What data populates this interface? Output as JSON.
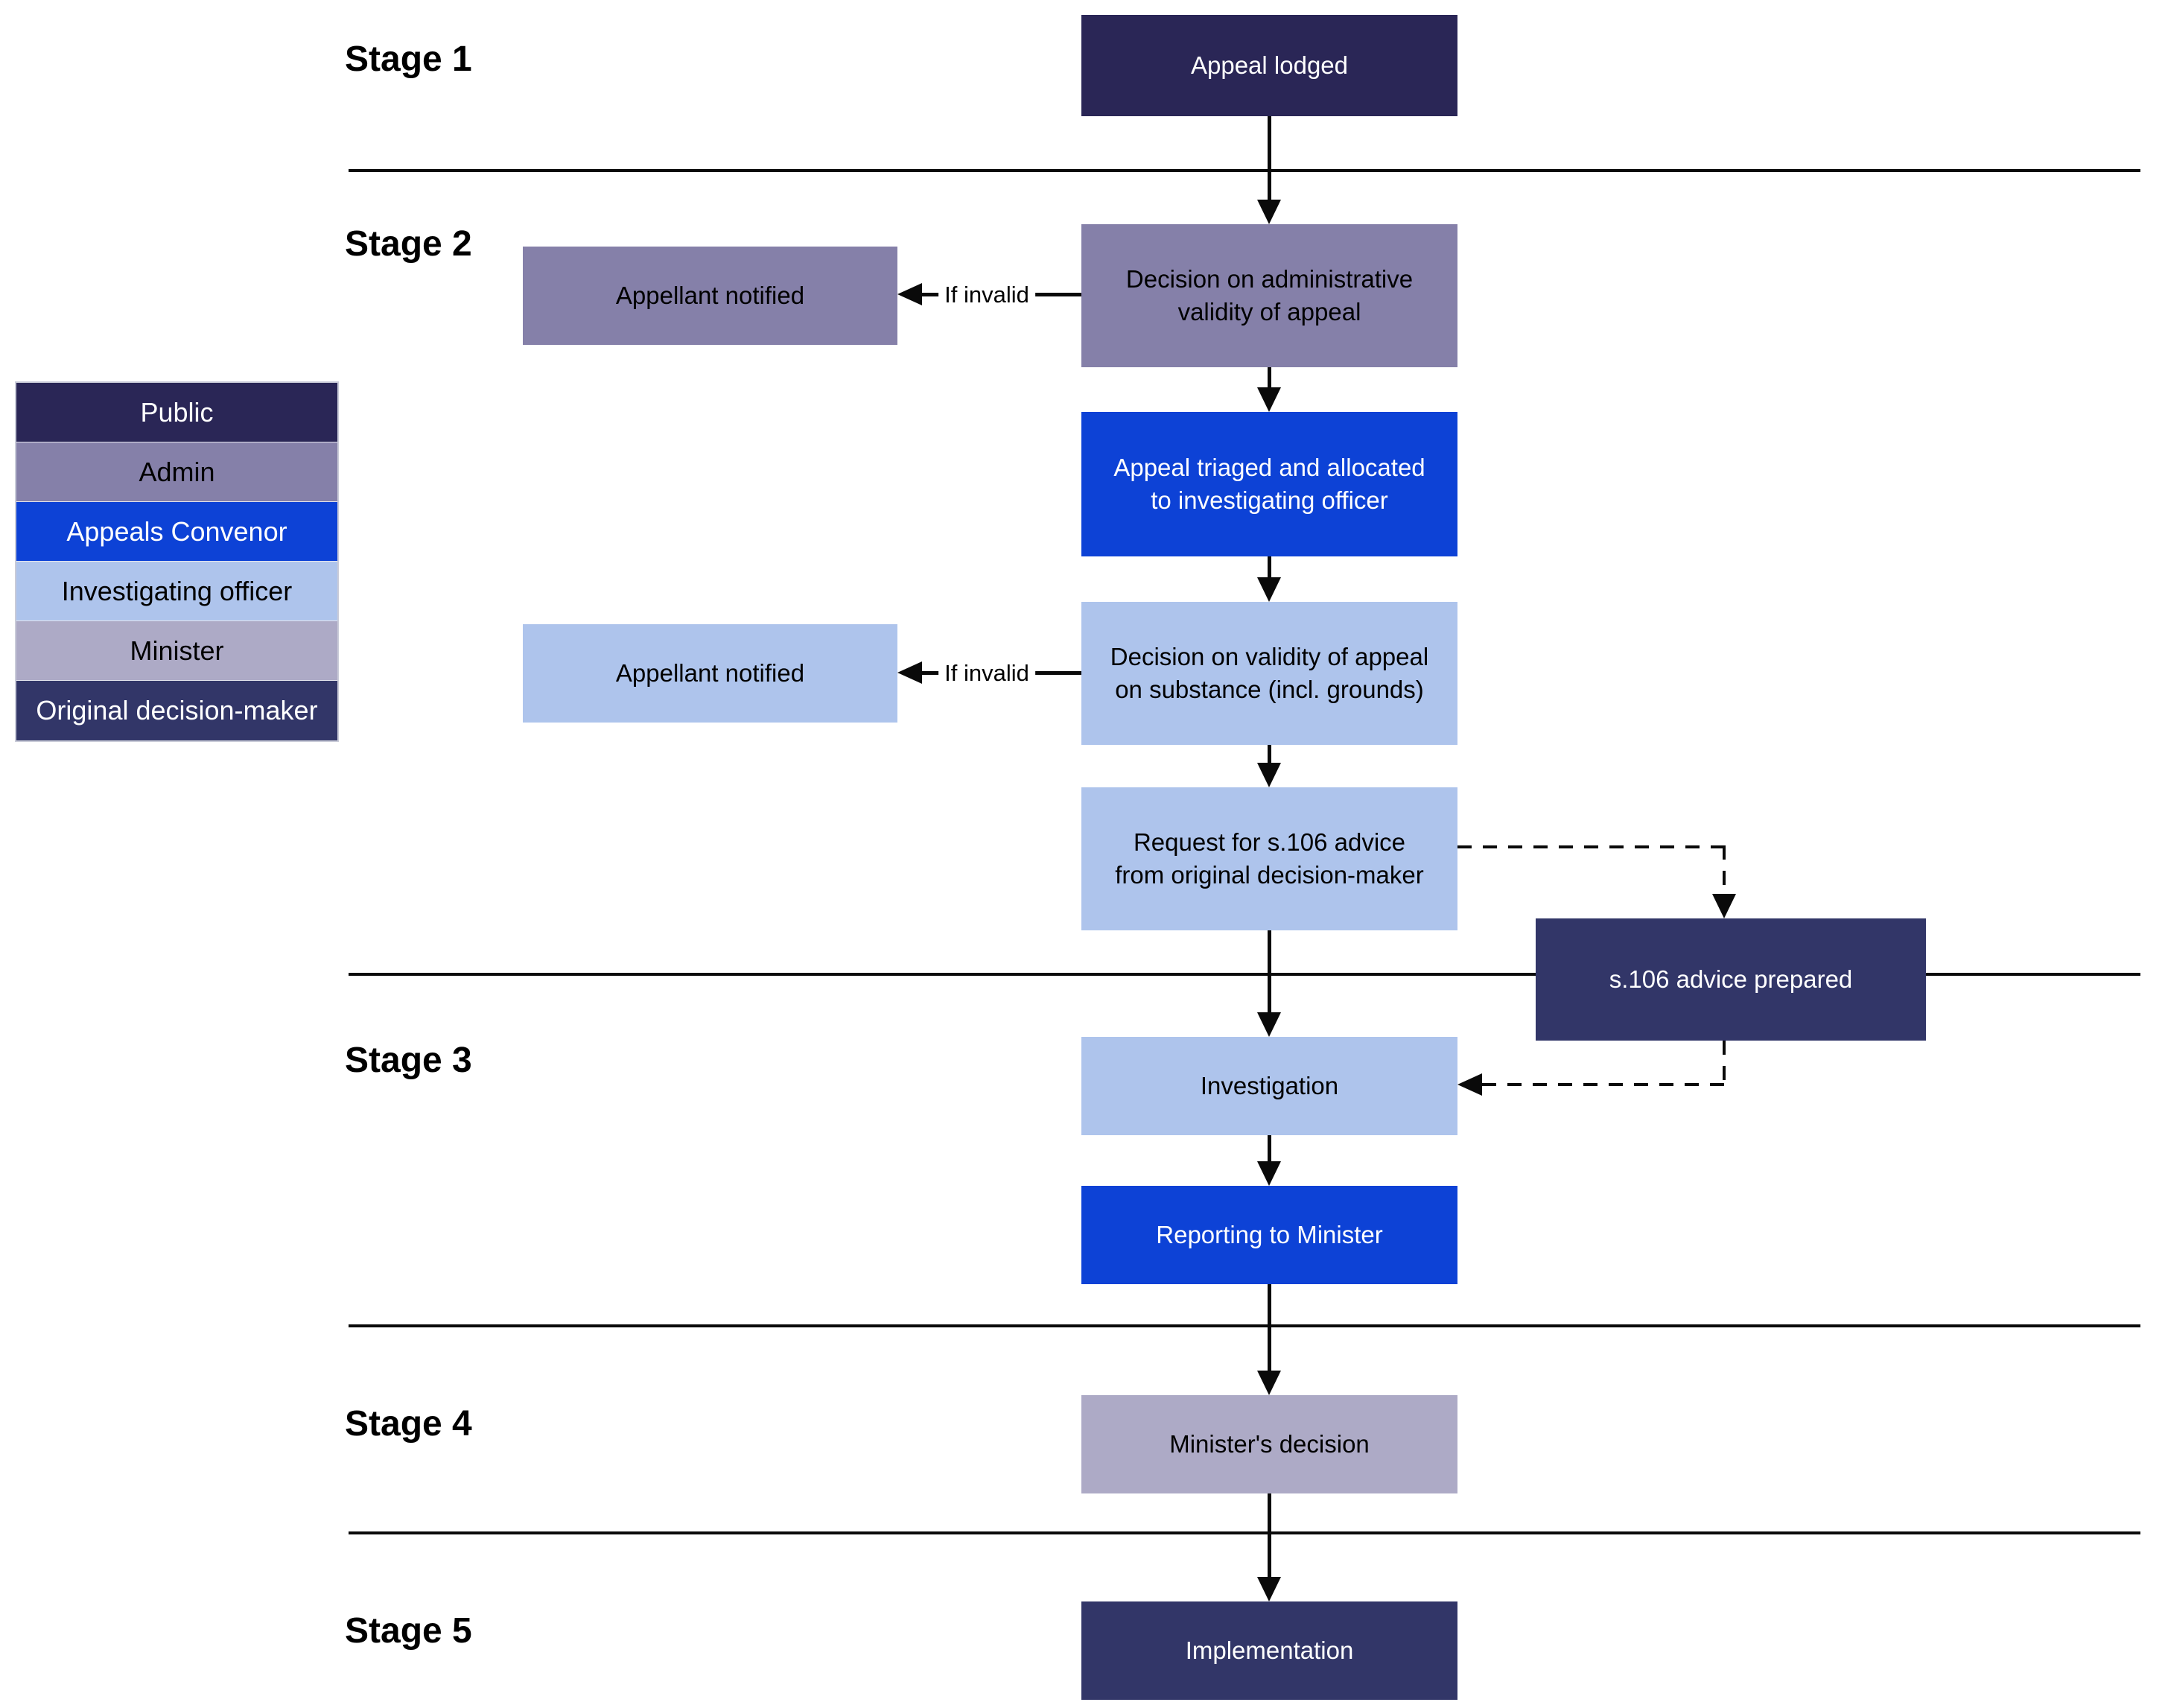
{
  "stages": [
    "Stage 1",
    "Stage 2",
    "Stage 3",
    "Stage 4",
    "Stage 5"
  ],
  "roles": {
    "public": {
      "label": "Public",
      "color": "#2A2656",
      "text": "#FFFFFF"
    },
    "admin": {
      "label": "Admin",
      "color": "#8580A9",
      "text": "#000000"
    },
    "convenor": {
      "label": "Appeals Convenor",
      "color": "#0D42D6",
      "text": "#FFFFFF"
    },
    "officer": {
      "label": "Investigating officer",
      "color": "#AEC4EC",
      "text": "#000000"
    },
    "minister": {
      "label": "Minister",
      "color": "#ADAAC6",
      "text": "#000000"
    },
    "decision_maker": {
      "label": "Original decision-maker",
      "color": "#323668",
      "text": "#FFFFFF"
    }
  },
  "nodes": {
    "appeal_lodged": {
      "label": "Appeal lodged"
    },
    "decision_admin": {
      "label": "Decision on administrative\nvalidity of appeal"
    },
    "appellant_admin": {
      "label": "Appellant notified"
    },
    "triage": {
      "label": "Appeal triaged and allocated\nto investigating officer"
    },
    "decision_validity": {
      "label": "Decision on validity of appeal\non substance (incl. grounds)"
    },
    "appellant_officer": {
      "label": "Appellant notified"
    },
    "request_s106": {
      "label": "Request for s.106 advice\nfrom original decision-maker"
    },
    "s106_prepared": {
      "label": "s.106 advice prepared"
    },
    "investigation": {
      "label": "Investigation"
    },
    "reporting": {
      "label": "Reporting to Minister"
    },
    "ministers_decision": {
      "label": "Minister's decision"
    },
    "implementation": {
      "label": "Implementation"
    }
  },
  "connectors": {
    "if_invalid_1": "If invalid",
    "if_invalid_2": "If invalid"
  },
  "colors": {
    "line": "#0A0A0A",
    "background": "#FFFFFF"
  }
}
